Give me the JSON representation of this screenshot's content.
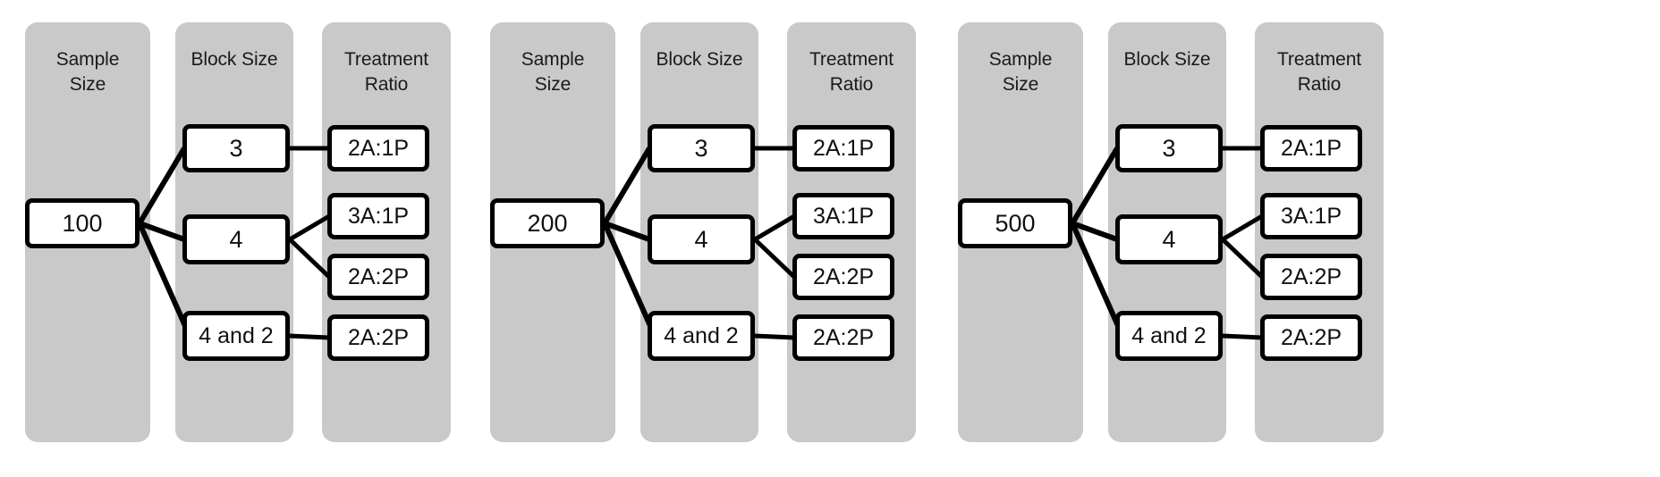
{
  "diagram": {
    "title_columns": {
      "sample_size": "Sample\nSize",
      "sample_size_line1": "Sample",
      "sample_size_line2": "Size",
      "block_size": "Block Size",
      "treatment_ratio_line1": "Treatment",
      "treatment_ratio_line2": "Ratio"
    },
    "colors": {
      "panel_background": "#c9c9c9",
      "node_border": "#000000",
      "node_fill": "#ffffff",
      "page_background": "#ffffff",
      "text": "#111111"
    },
    "groups": [
      {
        "sample_size": "100",
        "block_sizes": [
          "3",
          "4",
          "4 and 2"
        ],
        "treatment_ratios": [
          "2A:1P",
          "3A:1P",
          "2A:2P",
          "2A:2P"
        ]
      },
      {
        "sample_size": "200",
        "block_sizes": [
          "3",
          "4",
          "4 and 2"
        ],
        "treatment_ratios": [
          "2A:1P",
          "3A:1P",
          "2A:2P",
          "2A:2P"
        ]
      },
      {
        "sample_size": "500",
        "block_sizes": [
          "3",
          "4",
          "4 and 2"
        ],
        "treatment_ratios": [
          "2A:1P",
          "3A:1P",
          "2A:2P",
          "2A:2P"
        ]
      }
    ]
  }
}
